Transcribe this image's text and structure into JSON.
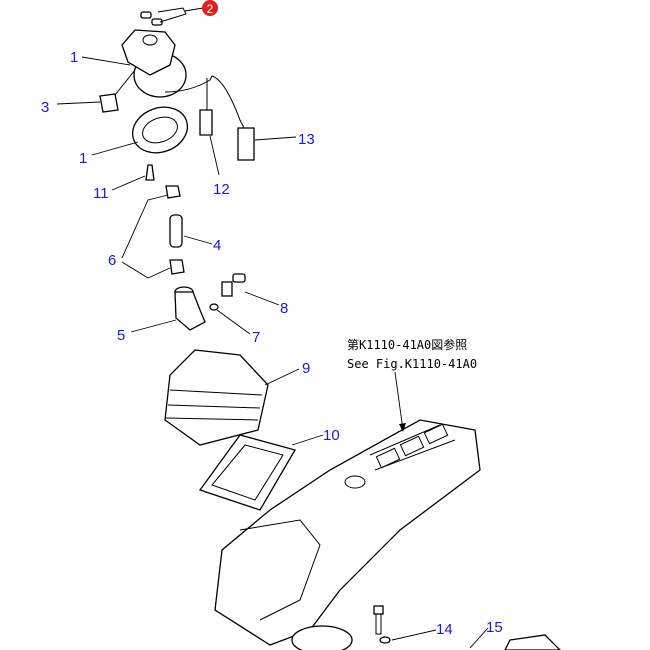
{
  "diagram": {
    "highlight_callout": {
      "label": "2",
      "color": "#e02020"
    },
    "callouts": {
      "c1a": "1",
      "c3": "3",
      "c1b": "1",
      "c11": "11",
      "c12": "12",
      "c13": "13",
      "c6": "6",
      "c4": "4",
      "c8": "8",
      "c7": "7",
      "c5": "5",
      "c9": "9",
      "c10": "10",
      "c14": "14",
      "c15": "15"
    },
    "reference_note": {
      "line1": "第K1110-41A0図参照",
      "line2": "See Fig.K1110-41A0"
    },
    "label_color": "#1a1ad6"
  }
}
